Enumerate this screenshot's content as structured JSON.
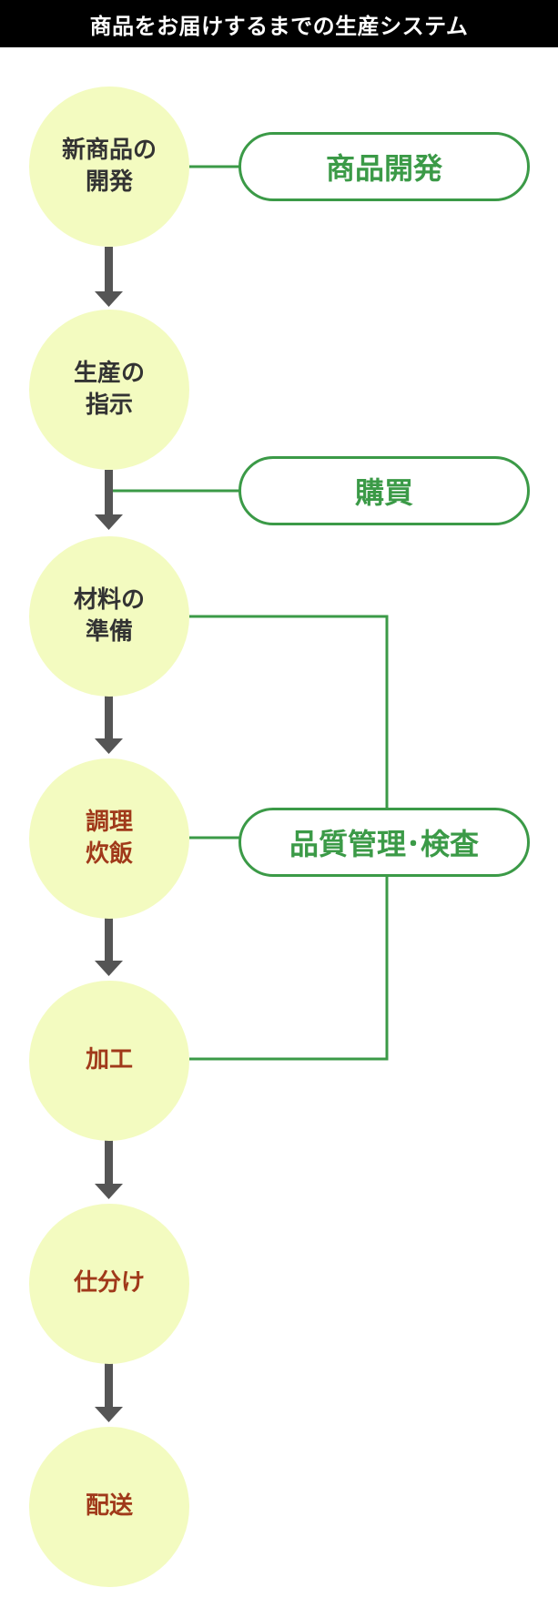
{
  "title": "商品をお届けするまでの生産システム",
  "steps": [
    {
      "line1": "新商品の",
      "line2": "開発"
    },
    {
      "line1": "生産の",
      "line2": "指示"
    },
    {
      "line1": "材料の",
      "line2": "準備"
    },
    {
      "line1": "調理",
      "line2": "炊飯"
    },
    {
      "line1": "加工",
      "line2": ""
    },
    {
      "line1": "仕分け",
      "line2": ""
    },
    {
      "line1": "配送",
      "line2": ""
    }
  ],
  "departments": {
    "product_dev": "商品開発",
    "purchasing": "購買",
    "quality": "品質管理･検査"
  },
  "colors": {
    "title_bg": "#000000",
    "circle_fill": "#f3fbc0",
    "green": "#3b9a47",
    "arrow": "#555555",
    "text_dark": "#333333",
    "text_brown": "#a0391a"
  }
}
